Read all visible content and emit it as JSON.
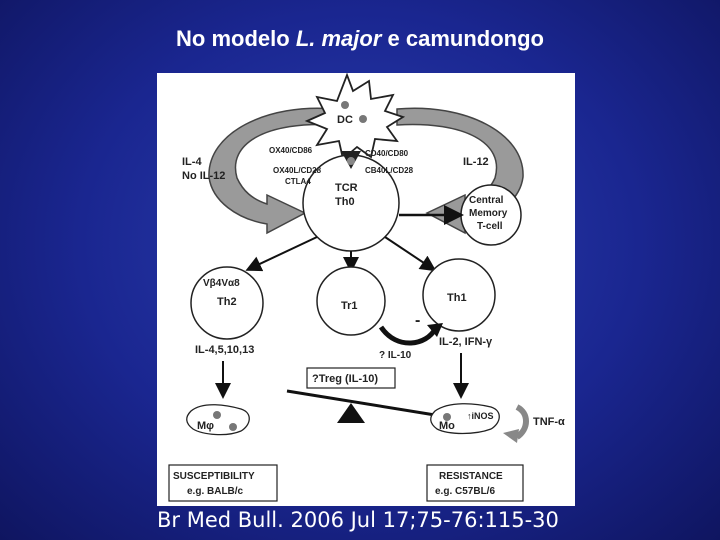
{
  "title": {
    "prefix": "No modelo ",
    "species": "L. major",
    "suffix": " e camundongo"
  },
  "caption": "Br Med Bull. 2006 Jul 17;75-76:115-30",
  "diagram": {
    "dc": "DC",
    "costim_left_top": "OX40/CD86",
    "costim_right_top": "CD40/CD80",
    "costim_left_bottom_1": "OX40L/CD28",
    "costim_left_bottom_2": "CTLA4",
    "costim_right_bottom": "CB40L/CD28",
    "th0_1": "TCR",
    "th0_2": "Th0",
    "left_signal_1": "IL-4",
    "left_signal_2": "No IL-12",
    "right_signal": "IL-12",
    "central_memory_1": "Central",
    "central_memory_2": "Memory",
    "central_memory_3": "T-cell",
    "th2_marker": "Vβ4Vα8",
    "th2": "Th2",
    "tr1": "Tr1",
    "th1": "Th1",
    "minus_sign": "-",
    "th2_cytokines": "IL-4,5,10,13",
    "th1_cytokines": "IL-2, IFN-γ",
    "il10_question": "? IL-10",
    "treg": "?Treg (IL-10)",
    "macrophage_left": "Mφ",
    "macrophage_right": "Mo",
    "inos": "↑iNOS",
    "tnf": "TNF-α",
    "susceptibility_1": "SUSCEPTIBILITY",
    "susceptibility_2": "e.g. BALB/c",
    "resistance_1": "RESISTANCE",
    "resistance_2": "e.g. C57BL/6"
  }
}
